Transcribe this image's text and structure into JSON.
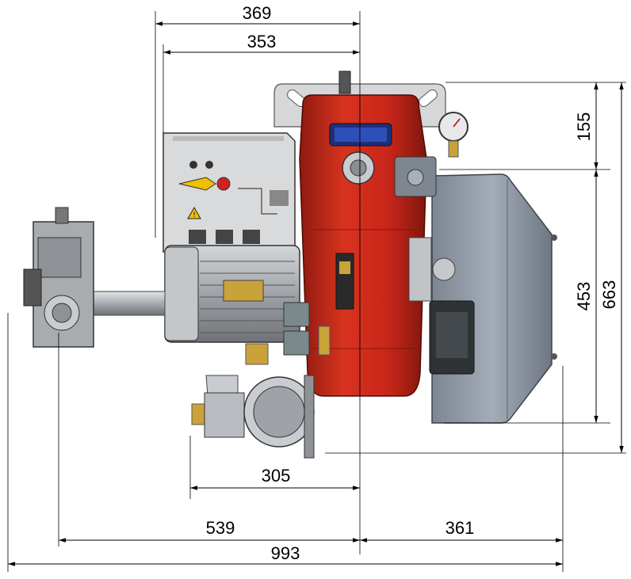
{
  "dimensions": {
    "top_width_outer": "369",
    "top_width_inner": "353",
    "right_upper": "155",
    "right_lower": "453",
    "right_total": "663",
    "bottom_pump": "305",
    "bottom_left": "539",
    "bottom_right": "361",
    "bottom_total": "993"
  },
  "colors": {
    "burner_red": "#c8261a",
    "burner_red_dark": "#8e1a10",
    "housing_grey": "#8c96a3",
    "motor_grey": "#b4b8bc",
    "panel_grey": "#d9dadb",
    "valve_grey": "#a9acaf",
    "brass": "#c9a23a",
    "blue_window": "#2e4fb8"
  },
  "icons": [
    "warning-icon"
  ]
}
